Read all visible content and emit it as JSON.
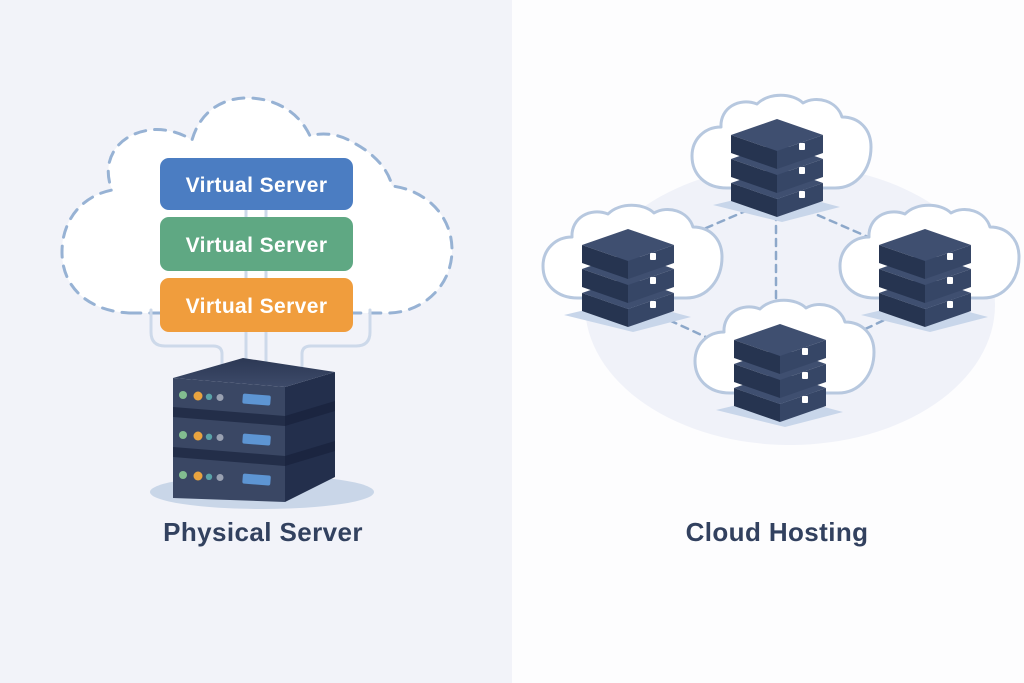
{
  "left_panel": {
    "title": "Physical Server",
    "background": "#f2f3f9",
    "cloud_outline_color": "#97b2d4",
    "vm_boxes": [
      {
        "label": "Virtual Server",
        "color": "#4b7dc2"
      },
      {
        "label": "Virtual Server",
        "color": "#5fa883"
      },
      {
        "label": "Virtual Server",
        "color": "#f09d3d"
      }
    ],
    "server_count": 1
  },
  "right_panel": {
    "title": "Cloud Hosting",
    "background": "#fdfdfe",
    "cloud_outline_color": "#b7c8df",
    "cloud_server_count": 4,
    "network_links": 5
  },
  "palette": {
    "title_text": "#32415f",
    "vm_label_text": "#ffffff",
    "server_body": "#3a4764",
    "server_shadow": "#c9d6e8",
    "connector_line": "#cdd9ea",
    "network_dash_line": "#8da8ca"
  }
}
